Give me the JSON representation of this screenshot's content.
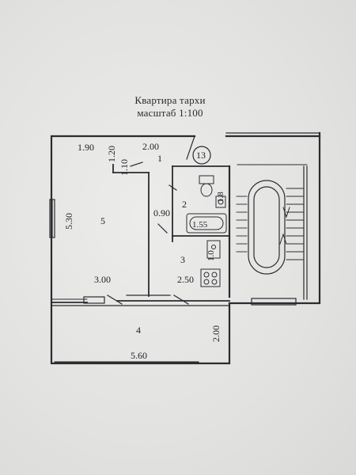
{
  "title": {
    "line1": "Квартира тархи",
    "line2": "масштаб 1:100"
  },
  "dimensions": {
    "top_left_width": "1.90",
    "door_width_top": "1.20",
    "top_mid_width": "2.00",
    "door_width_hall": "1.10",
    "room5_height": "5.30",
    "bath_width": "1.8",
    "bath_length": "1.55",
    "corridor_door": "0.90",
    "room5_width": "3.00",
    "kitchen_width": "2.50",
    "kitchen_small": "1.0",
    "balcony_depth": "2.00",
    "balcony_width": "5.60"
  },
  "rooms": {
    "hall": "1",
    "bathroom": "2",
    "kitchen": "3",
    "balcony": "4",
    "living_room": "5"
  },
  "marker": {
    "number": "13"
  }
}
